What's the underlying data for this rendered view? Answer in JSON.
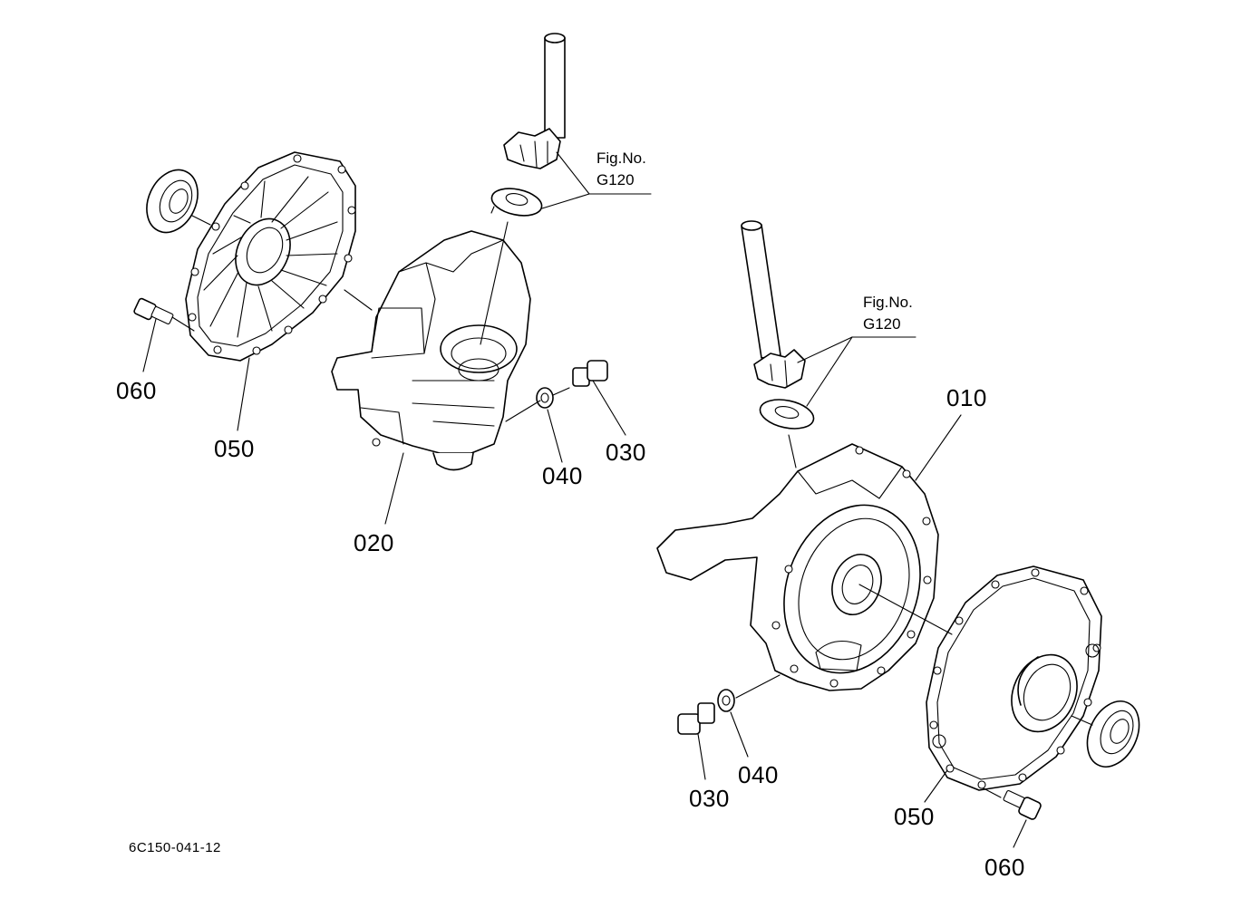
{
  "part_numbers": {
    "p010": "010",
    "p020": "020",
    "p030": "030",
    "p040": "040",
    "p050": "050",
    "p060": "060"
  },
  "figure_reference": {
    "line1": "Fig.No.",
    "line2": "G120"
  },
  "diagram_code": "6C150-041-12",
  "colors": {
    "ink": "#000000",
    "paper": "#ffffff"
  }
}
